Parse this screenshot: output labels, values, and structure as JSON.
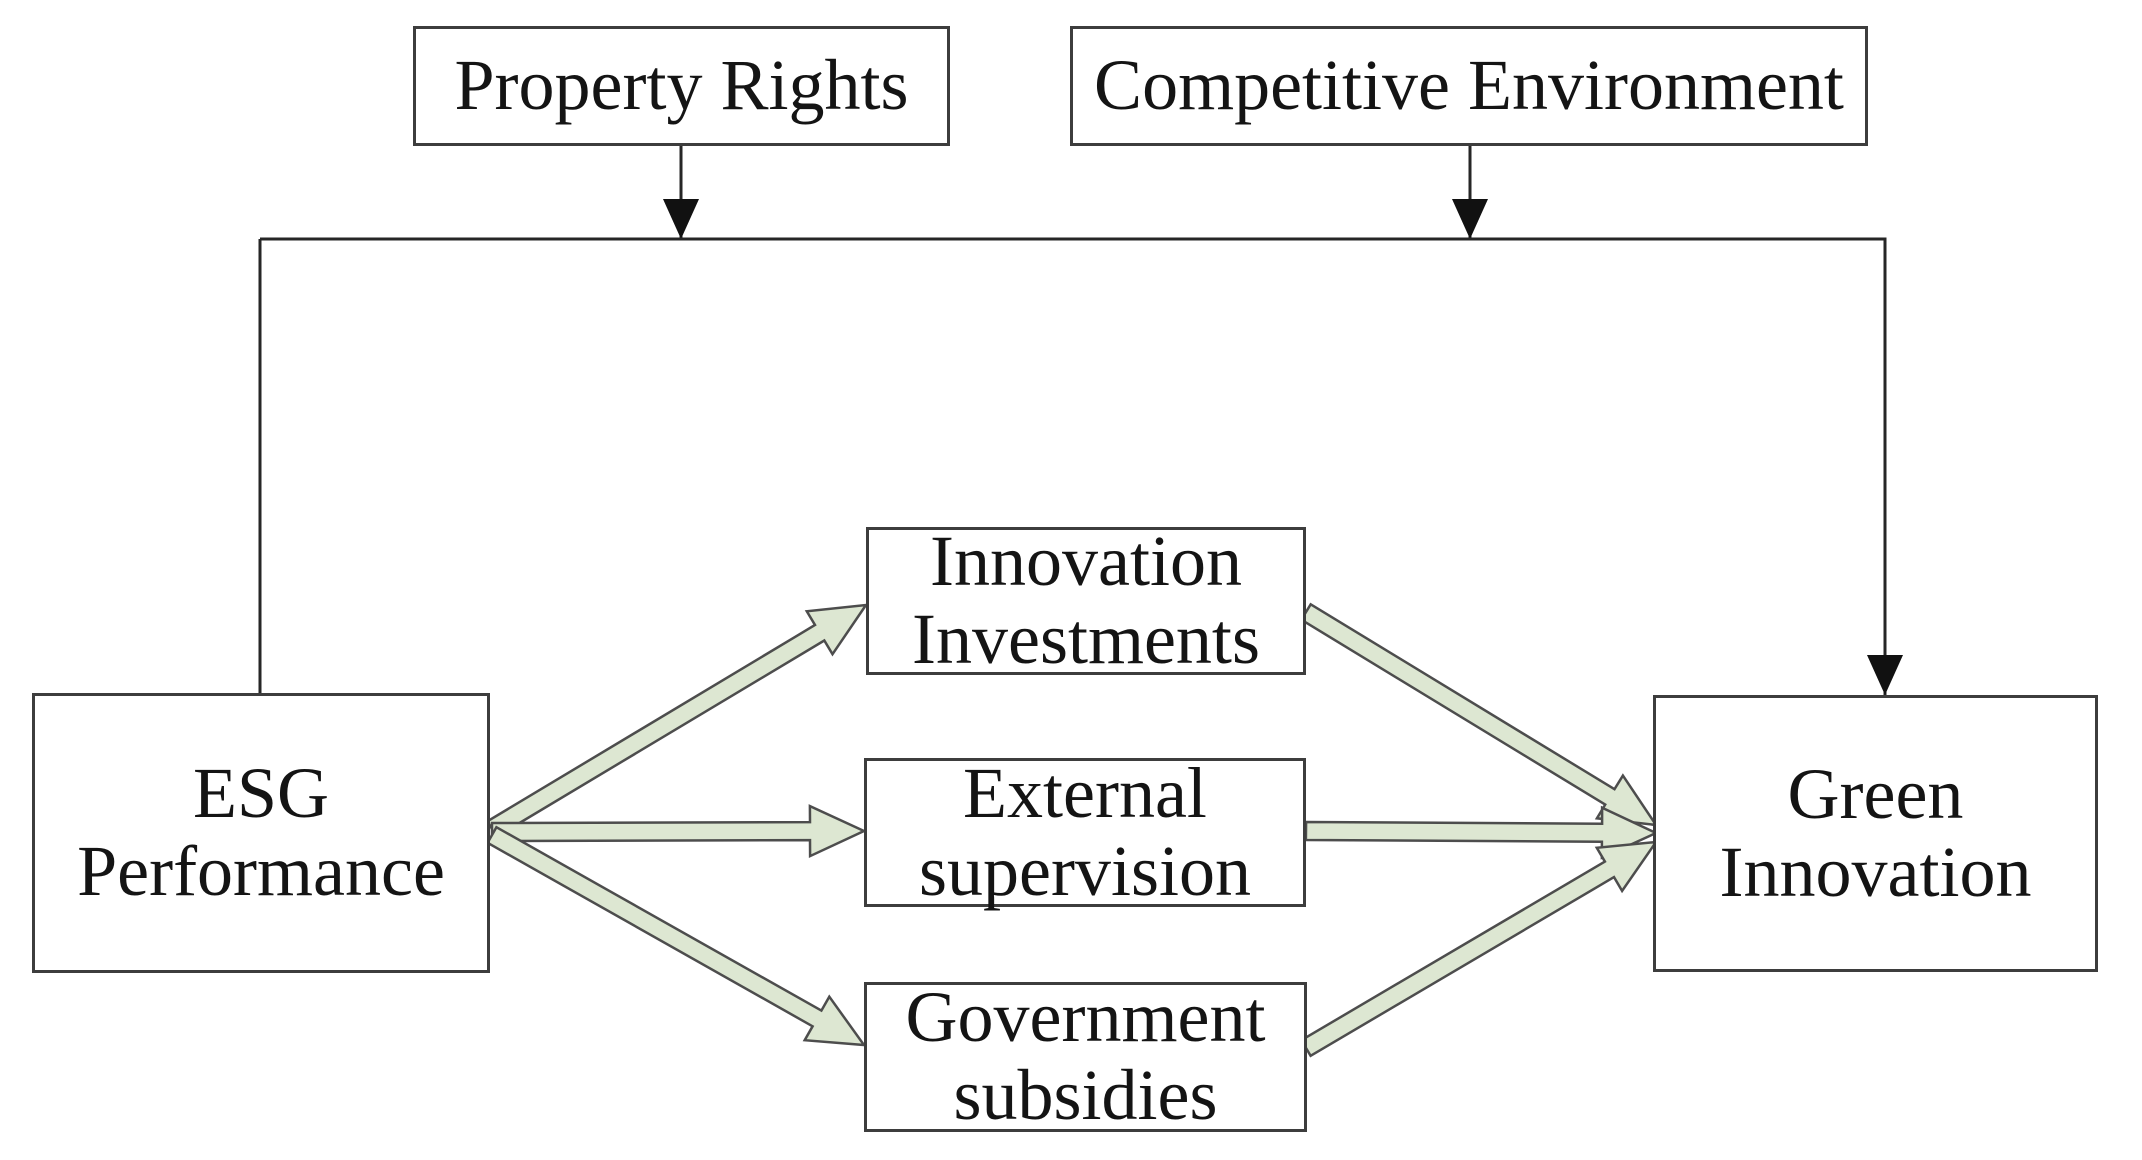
{
  "diagram": {
    "nodes": {
      "property_rights": {
        "label": "Property Rights",
        "role": "moderator"
      },
      "competitive_environment": {
        "label": "Competitive Environment",
        "role": "moderator"
      },
      "esg_performance": {
        "label": "ESG\nPerformance",
        "role": "independent-variable"
      },
      "innovation_investments": {
        "label": "Innovation\nInvestments",
        "role": "mediator"
      },
      "external_supervision": {
        "label": "External\nsupervision",
        "role": "mediator"
      },
      "government_subsidies": {
        "label": "Government\nsubsidies",
        "role": "mediator"
      },
      "green_innovation": {
        "label": "Green\nInnovation",
        "role": "dependent-variable"
      }
    },
    "edges": [
      {
        "from": "property_rights",
        "to": "moderation_line",
        "style": "thin-arrow"
      },
      {
        "from": "competitive_environment",
        "to": "moderation_line",
        "style": "thin-arrow"
      },
      {
        "from": "moderation_line",
        "to": "esg_performance",
        "style": "thin-line"
      },
      {
        "from": "moderation_line",
        "to": "green_innovation",
        "style": "thin-arrow"
      },
      {
        "from": "esg_performance",
        "to": "innovation_investments",
        "style": "block-arrow"
      },
      {
        "from": "esg_performance",
        "to": "external_supervision",
        "style": "block-arrow"
      },
      {
        "from": "esg_performance",
        "to": "government_subsidies",
        "style": "block-arrow"
      },
      {
        "from": "innovation_investments",
        "to": "green_innovation",
        "style": "block-arrow"
      },
      {
        "from": "external_supervision",
        "to": "green_innovation",
        "style": "block-arrow"
      },
      {
        "from": "government_subsidies",
        "to": "green_innovation",
        "style": "block-arrow"
      }
    ],
    "colors": {
      "background": "#ffffff",
      "box_border": "#3d3d3d",
      "text": "#141414",
      "thin_line": "#262626",
      "arrowhead": "#111111",
      "block_arrow_fill": "#dde7d2",
      "block_arrow_outline": "#4d4d4d"
    }
  }
}
